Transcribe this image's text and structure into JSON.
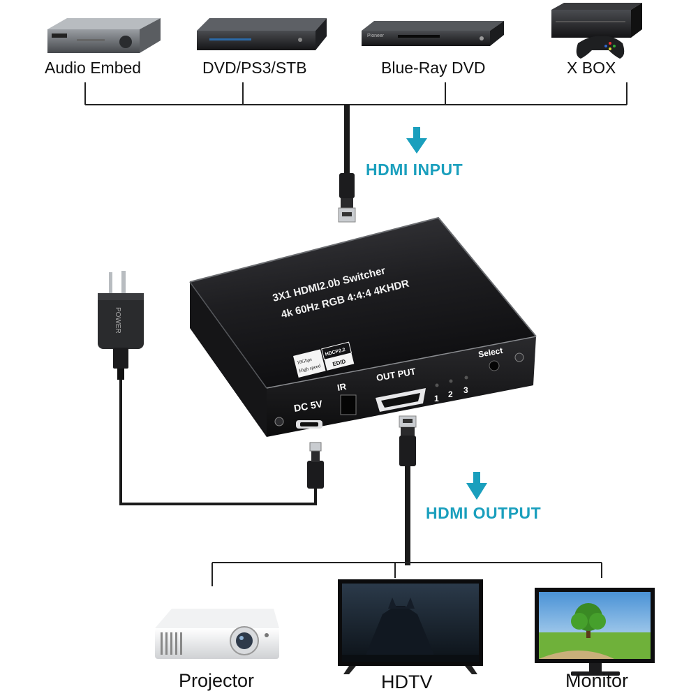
{
  "sources": {
    "audio_embed": "Audio Embed",
    "dvd_ps3_stb": "DVD/PS3/STB",
    "blue_ray_dvd": "Blue-Ray DVD",
    "xbox": "X BOX"
  },
  "flows": {
    "input": "HDMI INPUT",
    "output": "HDMI OUTPUT"
  },
  "switcher": {
    "title": "3X1 HDMI2.0b Switcher",
    "spec": "4k 60Hz RGB 4:4:4 4KHDR",
    "badge_speed_1": "18Gbps",
    "badge_speed_2": "High speed",
    "badge_hdcp": "HDCP2.2",
    "badge_edid": "EDID",
    "out_put": "OUT PUT",
    "ir": "IR",
    "dc": "DC 5V",
    "select": "Select",
    "led_1": "1",
    "led_2": "2",
    "led_3": "3"
  },
  "power_adapter": {
    "label": "POWER"
  },
  "device_brand": {
    "pioneer": "Pioneer"
  },
  "displays": {
    "projector": "Projector",
    "hdtv": "HDTV",
    "monitor": "Monitor"
  },
  "colors": {
    "accent": "#1a9fbd",
    "line": "#222222",
    "device_body": "#1b1b1d"
  }
}
